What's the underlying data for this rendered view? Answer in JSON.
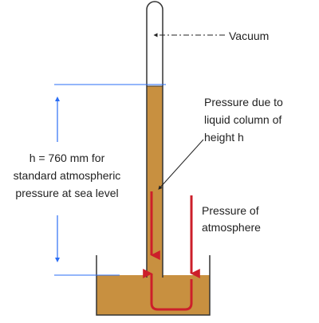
{
  "labels": {
    "vacuum": "Vacuum",
    "liquid_column": [
      "Pressure due to",
      "liquid column of",
      "height h"
    ],
    "height_note": [
      "h = 760 mm for",
      "standard atmospheric",
      "pressure at sea level"
    ],
    "atmosphere": [
      "Pressure of",
      "atmosphere"
    ]
  },
  "colors": {
    "liquid": "#c89040",
    "arrow_red": "#cc1f2a",
    "measure_blue": "#2a6df5",
    "tube_outline": "#333333"
  },
  "icons": {
    "pressure_arrow": "red-down-arrow",
    "height_arrow": "blue-double-arrow"
  }
}
